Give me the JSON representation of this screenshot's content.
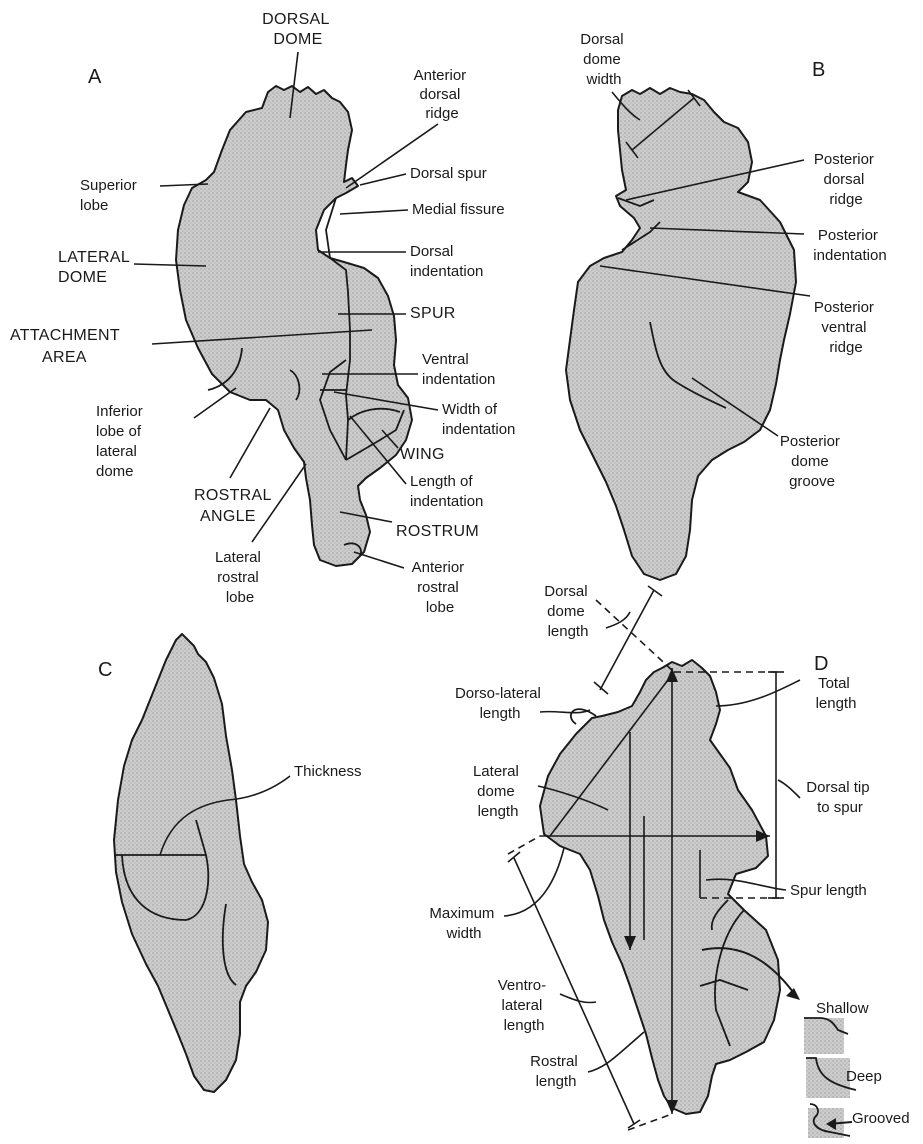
{
  "panels": {
    "a": "A",
    "b": "B",
    "c": "C",
    "d": "D"
  },
  "panel_a": {
    "dorsal_dome": [
      "DORSAL",
      "DOME"
    ],
    "anterior_dorsal_ridge": [
      "Anterior",
      "dorsal",
      "ridge"
    ],
    "superior_lobe": [
      "Superior",
      "lobe"
    ],
    "dorsal_spur": "Dorsal spur",
    "medial_fissure": "Medial fissure",
    "lateral_dome": [
      "LATERAL",
      "DOME"
    ],
    "dorsal_indentation": [
      "Dorsal",
      "indentation"
    ],
    "spur": "SPUR",
    "attachment_area": [
      "ATTACHMENT",
      "AREA"
    ],
    "ventral_indentation": [
      "Ventral",
      "indentation"
    ],
    "inferior_lobe": [
      "Inferior",
      "lobe of",
      "lateral",
      "dome"
    ],
    "width_of_indentation": [
      "Width of",
      "indentation"
    ],
    "wing": "WING",
    "length_of_indentation": [
      "Length of",
      "indentation"
    ],
    "rostral_angle": [
      "ROSTRAL",
      "ANGLE"
    ],
    "rostrum": "ROSTRUM",
    "lateral_rostral_lobe": [
      "Lateral",
      "rostral",
      "lobe"
    ],
    "anterior_rostral_lobe": [
      "Anterior",
      "rostral",
      "lobe"
    ]
  },
  "panel_b": {
    "dorsal_dome_width": [
      "Dorsal",
      "dome",
      "width"
    ],
    "posterior_dorsal_ridge": [
      "Posterior",
      "dorsal",
      "ridge"
    ],
    "posterior_indentation": [
      "Posterior",
      "indentation"
    ],
    "posterior_ventral_ridge": [
      "Posterior",
      "ventral",
      "ridge"
    ],
    "posterior_dome_groove": [
      "Posterior",
      "dome",
      "groove"
    ]
  },
  "panel_c": {
    "thickness": "Thickness"
  },
  "panel_d": {
    "dorsal_dome_length": [
      "Dorsal",
      "dome",
      "length"
    ],
    "dorso_lateral_length": [
      "Dorso-lateral",
      "length"
    ],
    "total_length": [
      "Total",
      "length"
    ],
    "lateral_dome_length": [
      "Lateral",
      "dome",
      "length"
    ],
    "dorsal_tip_to_spur": [
      "Dorsal tip",
      "to spur"
    ],
    "maximum_width": [
      "Maximum",
      "width"
    ],
    "spur_length": "Spur length",
    "ventro_lateral_length": [
      "Ventro-",
      "lateral",
      "length"
    ],
    "rostral_length": [
      "Rostral",
      "length"
    ],
    "shallow": "Shallow",
    "deep": "Deep",
    "grooved": "Grooved"
  }
}
